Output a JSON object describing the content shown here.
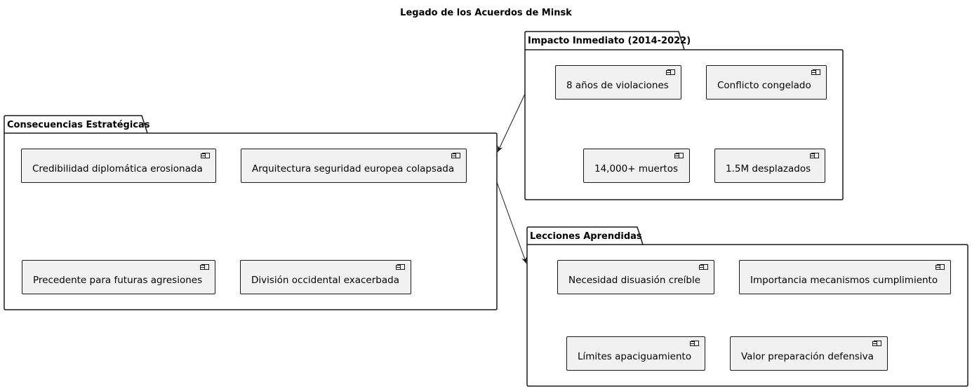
{
  "title": "Legado de los Acuerdos de Minsk",
  "packages": [
    {
      "id": "impacto",
      "label": "Impacto Inmediato (2014-2022)",
      "components": [
        "8 años de violaciones",
        "Conflicto congelado",
        "14,000+ muertos",
        "1.5M desplazados"
      ]
    },
    {
      "id": "consecuencias",
      "label": "Consecuencias Estratégicas",
      "components": [
        "Credibilidad diplomática erosionada",
        "Arquitectura seguridad europea colapsada",
        "Precedente para futuras agresiones",
        "División occidental exacerbada"
      ]
    },
    {
      "id": "lecciones",
      "label": "Lecciones Aprendidas",
      "components": [
        "Necesidad disuasión creíble",
        "Importancia mecanismos cumplimiento",
        "Límites apaciguamiento",
        "Valor preparación defensiva"
      ]
    }
  ],
  "edges": [
    {
      "from": "impacto",
      "to": "consecuencias"
    },
    {
      "from": "consecuencias",
      "to": "lecciones"
    }
  ],
  "colors": {
    "component_fill": "#f1f1f1",
    "stroke": "#181818"
  }
}
